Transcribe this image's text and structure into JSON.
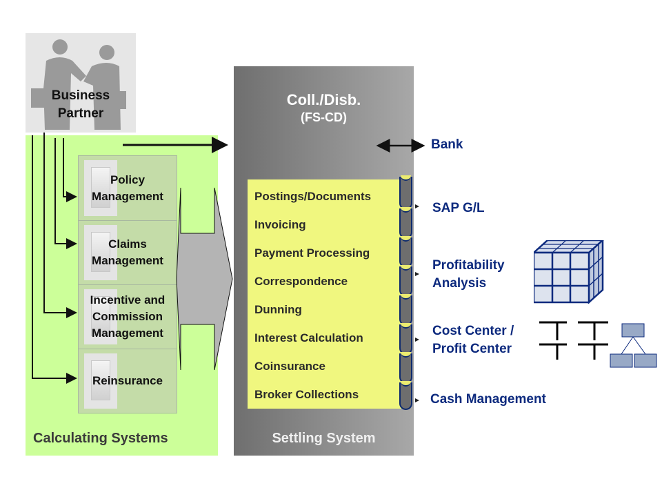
{
  "business_partner": {
    "label_line1": "Business",
    "label_line2": "Partner",
    "icon": "handshake-people-icon"
  },
  "calculating": {
    "title": "Calculating Systems",
    "systems": [
      {
        "line1": "Policy",
        "line2": "Management",
        "line3": ""
      },
      {
        "line1": "Claims",
        "line2": "Management",
        "line3": ""
      },
      {
        "line1": "Incentive and",
        "line2": "Commission",
        "line3": "Management"
      },
      {
        "line1": "Reinsurance",
        "line2": "",
        "line3": ""
      }
    ],
    "system_icon": "server-icon"
  },
  "settling": {
    "title": "Coll./Disb.",
    "subtitle": "(FS-CD)",
    "footer": "Settling System",
    "functions": [
      "Postings/Documents",
      "Invoicing",
      "Payment Processing",
      "Correspondence",
      "Dunning",
      "Interest Calculation",
      "Coinsurance",
      "Broker Collections"
    ]
  },
  "targets": {
    "bank": "Bank",
    "gl": "SAP G/L",
    "pa_line1": "Profitability",
    "pa_line2": "Analysis",
    "cc_line1": "Cost Center /",
    "cc_line2": "Profit Center",
    "cash": "Cash Management"
  },
  "colors": {
    "calc_bg": "#ccff99",
    "func_bg": "#f0f77f",
    "target_text": "#0d2a7e",
    "settle_bg": "#8c8c8c"
  }
}
